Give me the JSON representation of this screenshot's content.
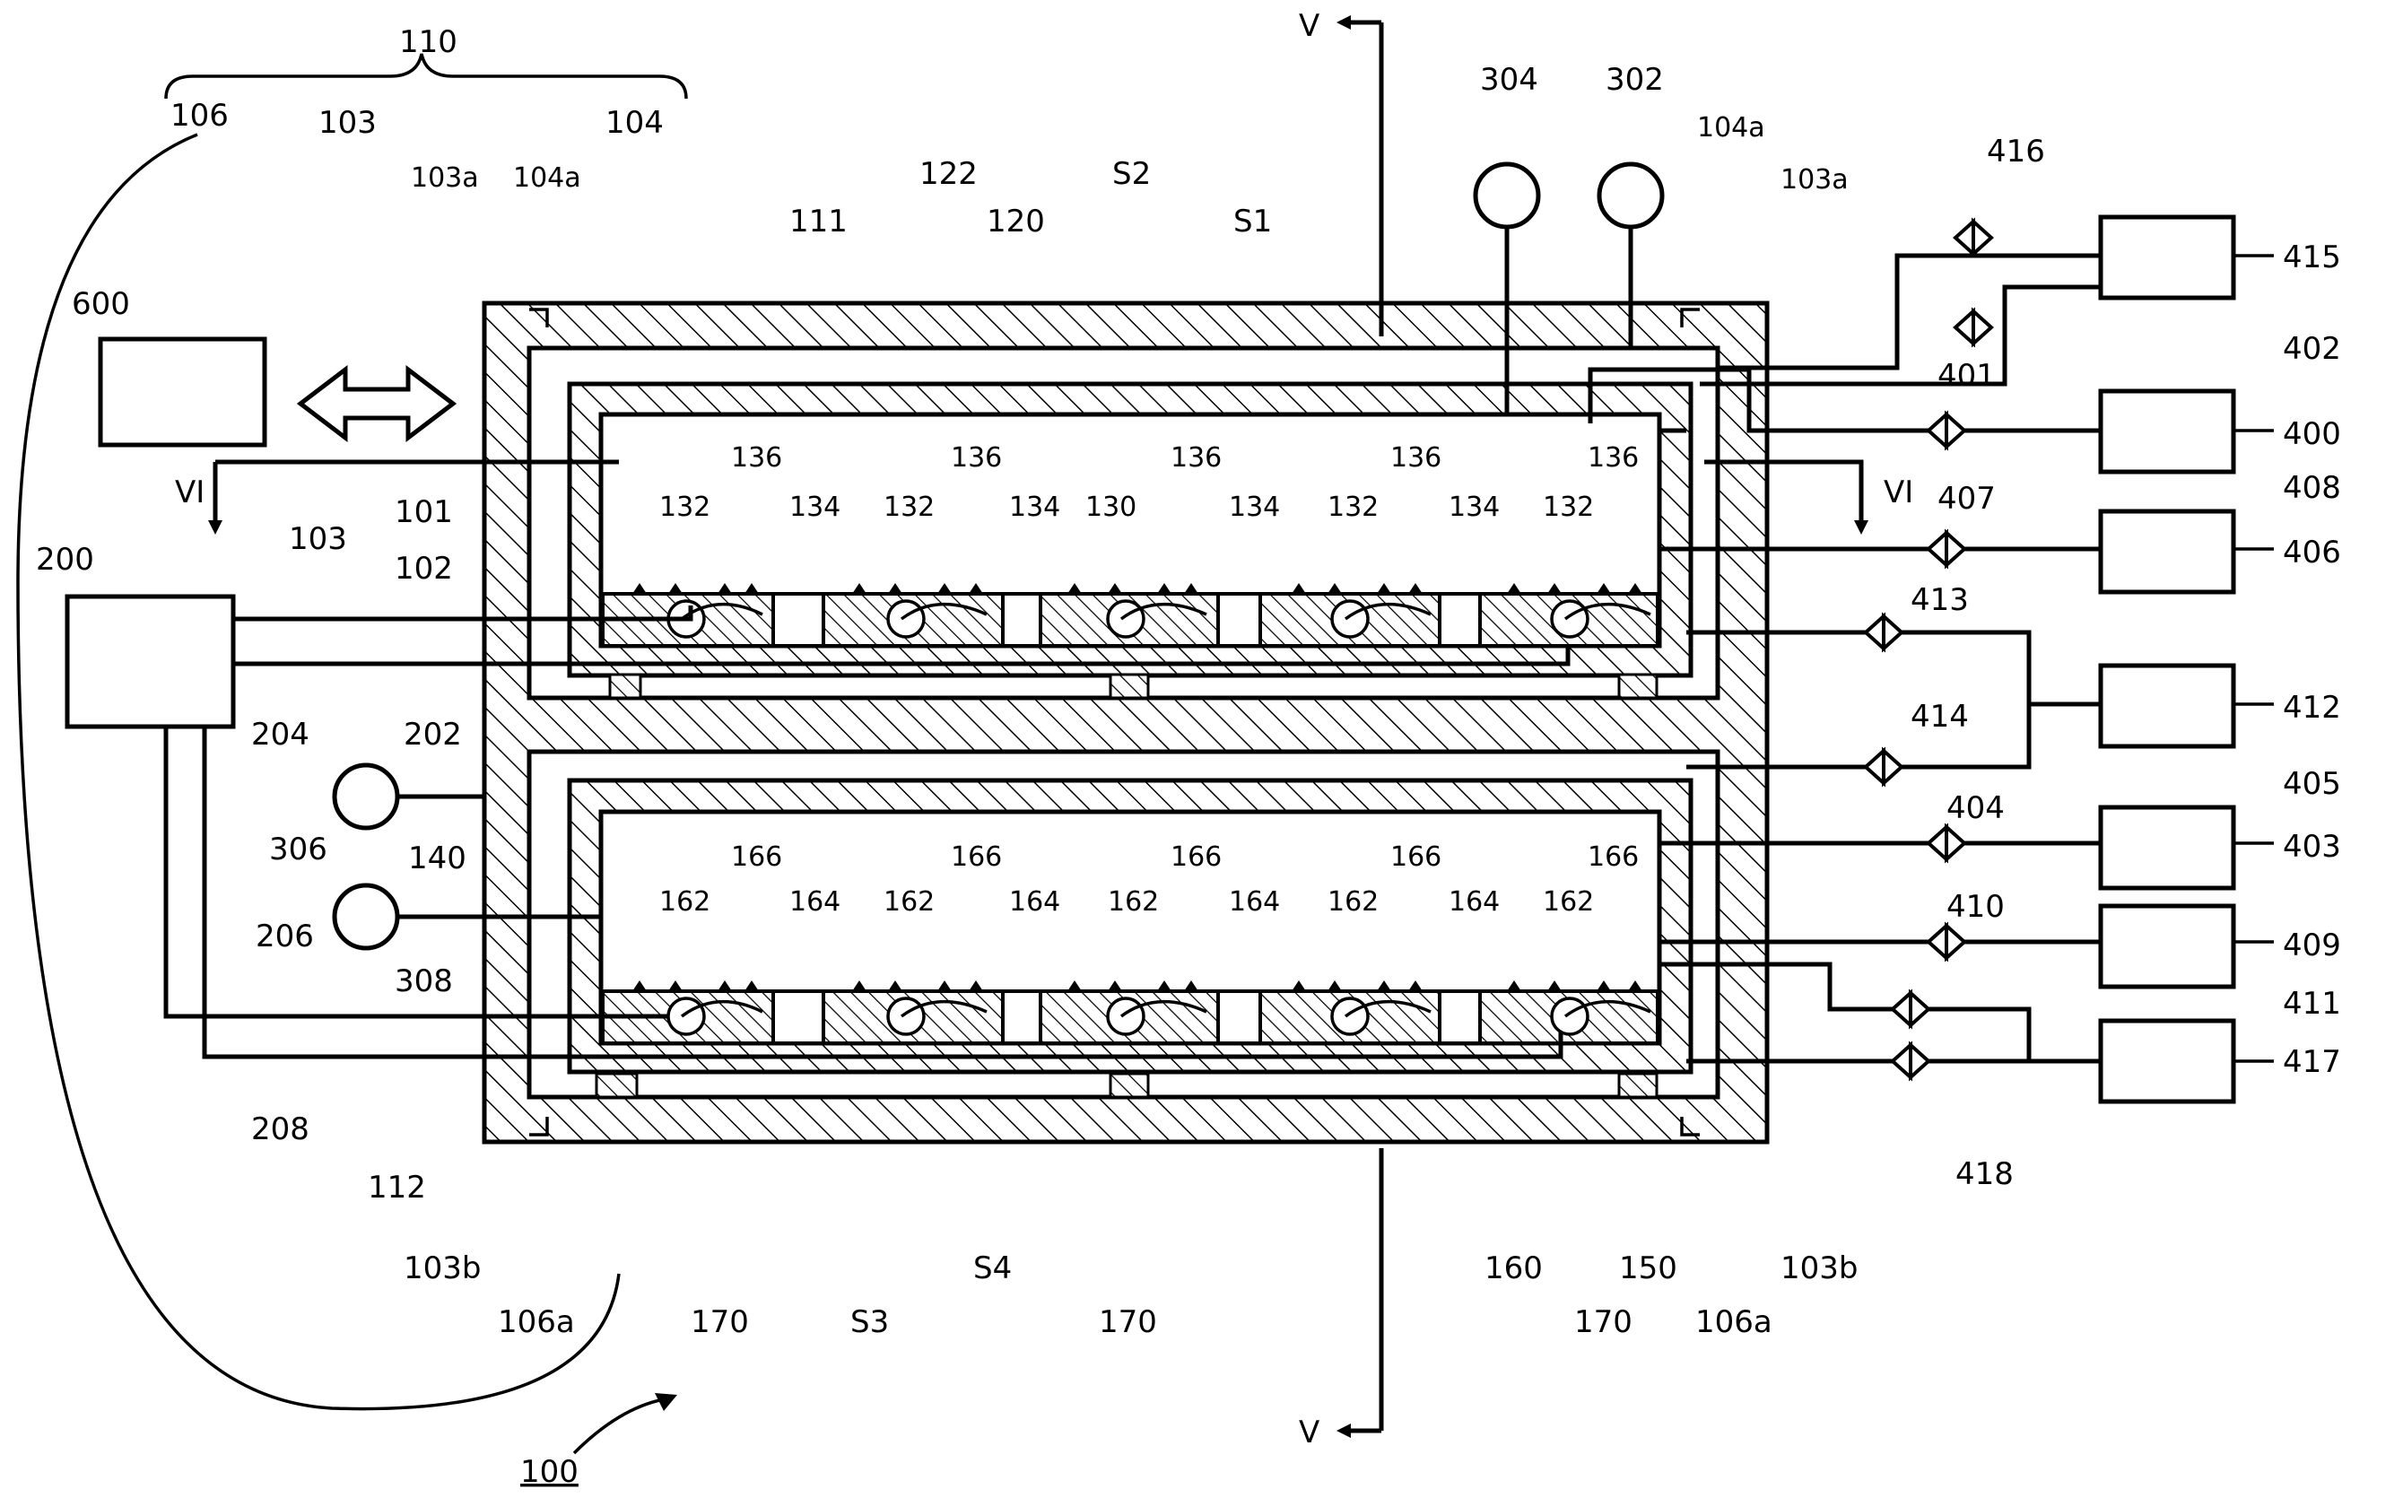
{
  "labels": {
    "l110": "110",
    "l106": "106",
    "l103": "103",
    "l104": "104",
    "l103a_l": "103a",
    "l104a_l": "104a",
    "l103a_r": "103a",
    "l104a_r": "104a",
    "l600": "600",
    "l111": "111",
    "l122": "122",
    "l120": "120",
    "lS2": "S2",
    "lS1": "S1",
    "l304": "304",
    "l302": "302",
    "l416": "416",
    "l415": "415",
    "l402": "402",
    "l401": "401",
    "l400": "400",
    "l408": "408",
    "l407": "407",
    "l406": "406",
    "l413": "413",
    "l412": "412",
    "l414": "414",
    "l405": "405",
    "l404": "404",
    "l403": "403",
    "l410": "410",
    "l409": "409",
    "l411": "411",
    "l417": "417",
    "l418": "418",
    "lVI_l": "VI",
    "lVI_r": "VI",
    "lV_top": "V",
    "lV_bot": "V",
    "l200": "200",
    "l101": "101",
    "l102": "102",
    "l103_b": "103",
    "l204": "204",
    "l202": "202",
    "l306": "306",
    "l140": "140",
    "l308": "308",
    "l206": "206",
    "l208": "208",
    "l112": "112",
    "l103b_l": "103b",
    "l106a_l": "106a",
    "l170_a": "170",
    "lS3": "S3",
    "lS4": "S4",
    "l170_b": "170",
    "l160": "160",
    "l170_c": "170",
    "l150": "150",
    "l106a_r": "106a",
    "l103b_r": "103b",
    "l100": "100",
    "l130": "130",
    "l132": "132",
    "l136": "136",
    "l134": "134",
    "l162": "162",
    "l166": "166",
    "l164": "164"
  }
}
